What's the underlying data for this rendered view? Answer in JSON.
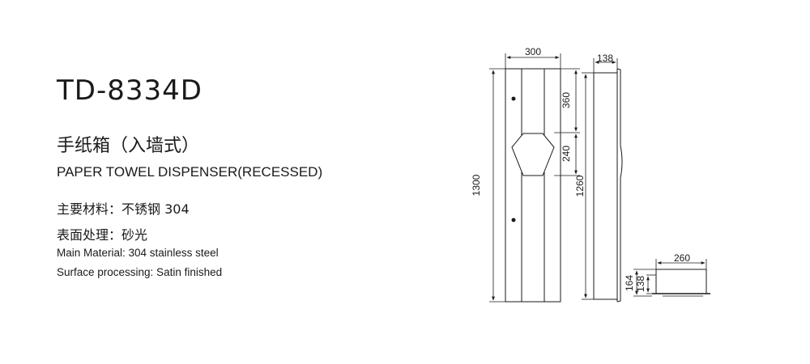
{
  "product": {
    "model": "TD-8334D",
    "name_cn": "手纸箱（入墙式）",
    "name_en": "PAPER TOWEL DISPENSER(RECESSED)"
  },
  "specs": {
    "material_cn": "主要材料：不锈钢 304",
    "surface_cn": "表面处理：砂光",
    "material_en": "Main Material: 304 stainless steel",
    "surface_en": "Surface processing: Satin finished"
  },
  "drawing": {
    "front": {
      "width": "300",
      "height": "1300",
      "top_to_window": "360",
      "window_height": "240"
    },
    "side": {
      "depth": "138",
      "height": "1260"
    },
    "bottom": {
      "width": "260",
      "height_outer": "164",
      "height_inner": "138"
    }
  }
}
